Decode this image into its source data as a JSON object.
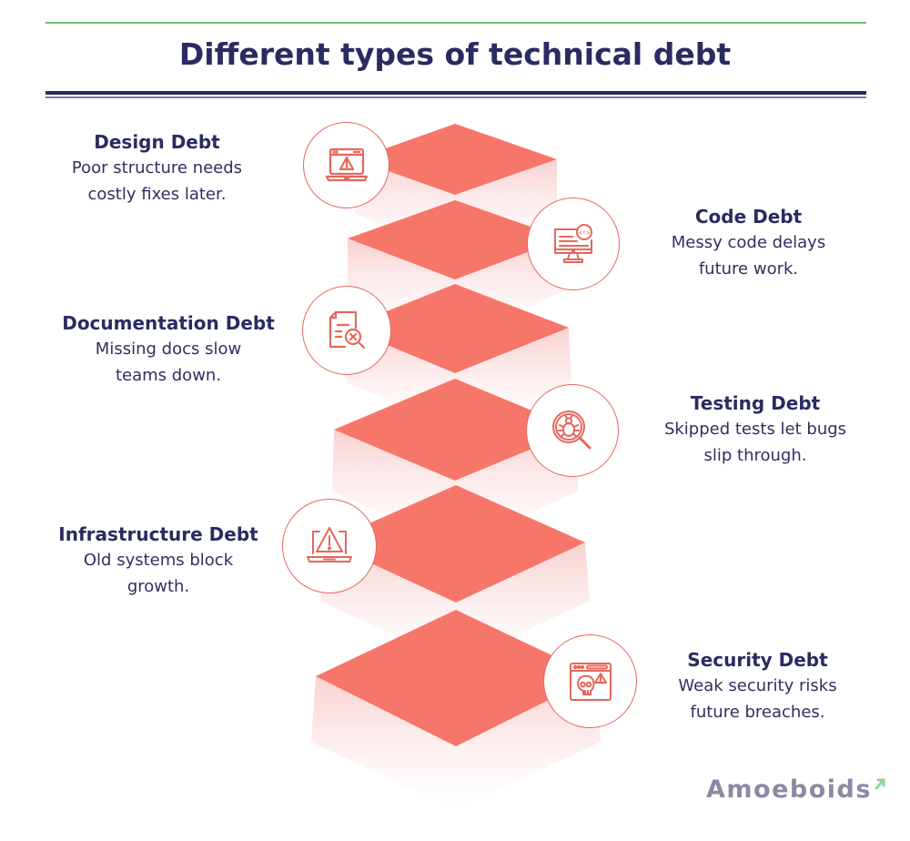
{
  "header": {
    "title": "Different types of technical debt"
  },
  "colors": {
    "accent_coral": "#f7766a",
    "icon_stroke": "#e4685b",
    "title_navy": "#2a2b61",
    "top_rule_green": "#6cc069",
    "logo_gray": "#8a8aa5",
    "logo_green": "#8fd69a"
  },
  "items": [
    {
      "title": "Design Debt",
      "description": "Poor structure needs\ncostly fixes later.",
      "icon": "laptop-warning-icon",
      "side": "left"
    },
    {
      "title": "Code Debt",
      "description": "Messy code delays\nfuture work.",
      "icon": "monitor-code-icon",
      "side": "right"
    },
    {
      "title": "Documentation Debt",
      "description": "Missing docs slow\nteams down.",
      "icon": "document-search-error-icon",
      "side": "left"
    },
    {
      "title": "Testing Debt",
      "description": "Skipped tests let bugs\nslip through.",
      "icon": "bug-magnifier-icon",
      "side": "right"
    },
    {
      "title": "Infrastructure Debt",
      "description": "Old systems block\ngrowth.",
      "icon": "laptop-alert-icon",
      "side": "left"
    },
    {
      "title": "Security Debt",
      "description": "Weak security risks\nfuture breaches.",
      "icon": "browser-skull-warning-icon",
      "side": "right"
    }
  ],
  "logo": {
    "text": "Amoeboids"
  }
}
